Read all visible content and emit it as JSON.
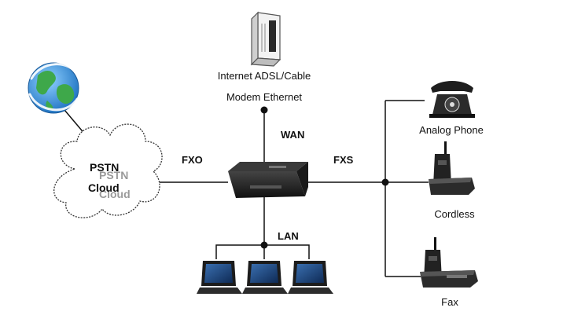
{
  "labels": {
    "modem_line1": "Internet ADSL/Cable",
    "modem_line2": "Modem Ethernet",
    "wan": "WAN",
    "lan": "LAN",
    "fxo": "FXO",
    "fxs": "FXS",
    "cloud_line1": "PSTN",
    "cloud_line2": "Cloud",
    "analog_phone": "Analog Phone",
    "cordless": "Cordless",
    "fax": "Fax"
  },
  "colors": {
    "line": "#111111",
    "globe_water": "#2f8fd8",
    "globe_land": "#3ea84a",
    "device": "#222222",
    "cloud_stroke": "#333333",
    "cloud_shadow": "#9a9a9a"
  }
}
